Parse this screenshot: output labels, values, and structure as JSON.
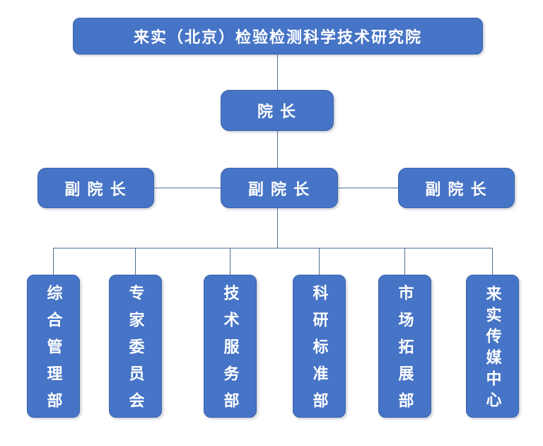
{
  "page": {
    "background": "#ffffff"
  },
  "colors": {
    "box_fill": "#4674C6",
    "box_border": "#3A63AB",
    "connector": "#4E6F97",
    "text": "#ffffff"
  },
  "org_chart": {
    "root": {
      "label": "来实（北京）检验检测科学技术研究院"
    },
    "president": {
      "label": "院 长"
    },
    "vice_presidents": [
      {
        "label": "副 院 长"
      },
      {
        "label": "副 院 长"
      },
      {
        "label": "副 院 长"
      }
    ],
    "departments": [
      {
        "label": "综合管理部"
      },
      {
        "label": "专家委员会"
      },
      {
        "label": "技术服务部"
      },
      {
        "label": "科研标准部"
      },
      {
        "label": "市场拓展部"
      },
      {
        "label": "来实传媒中心"
      }
    ]
  }
}
